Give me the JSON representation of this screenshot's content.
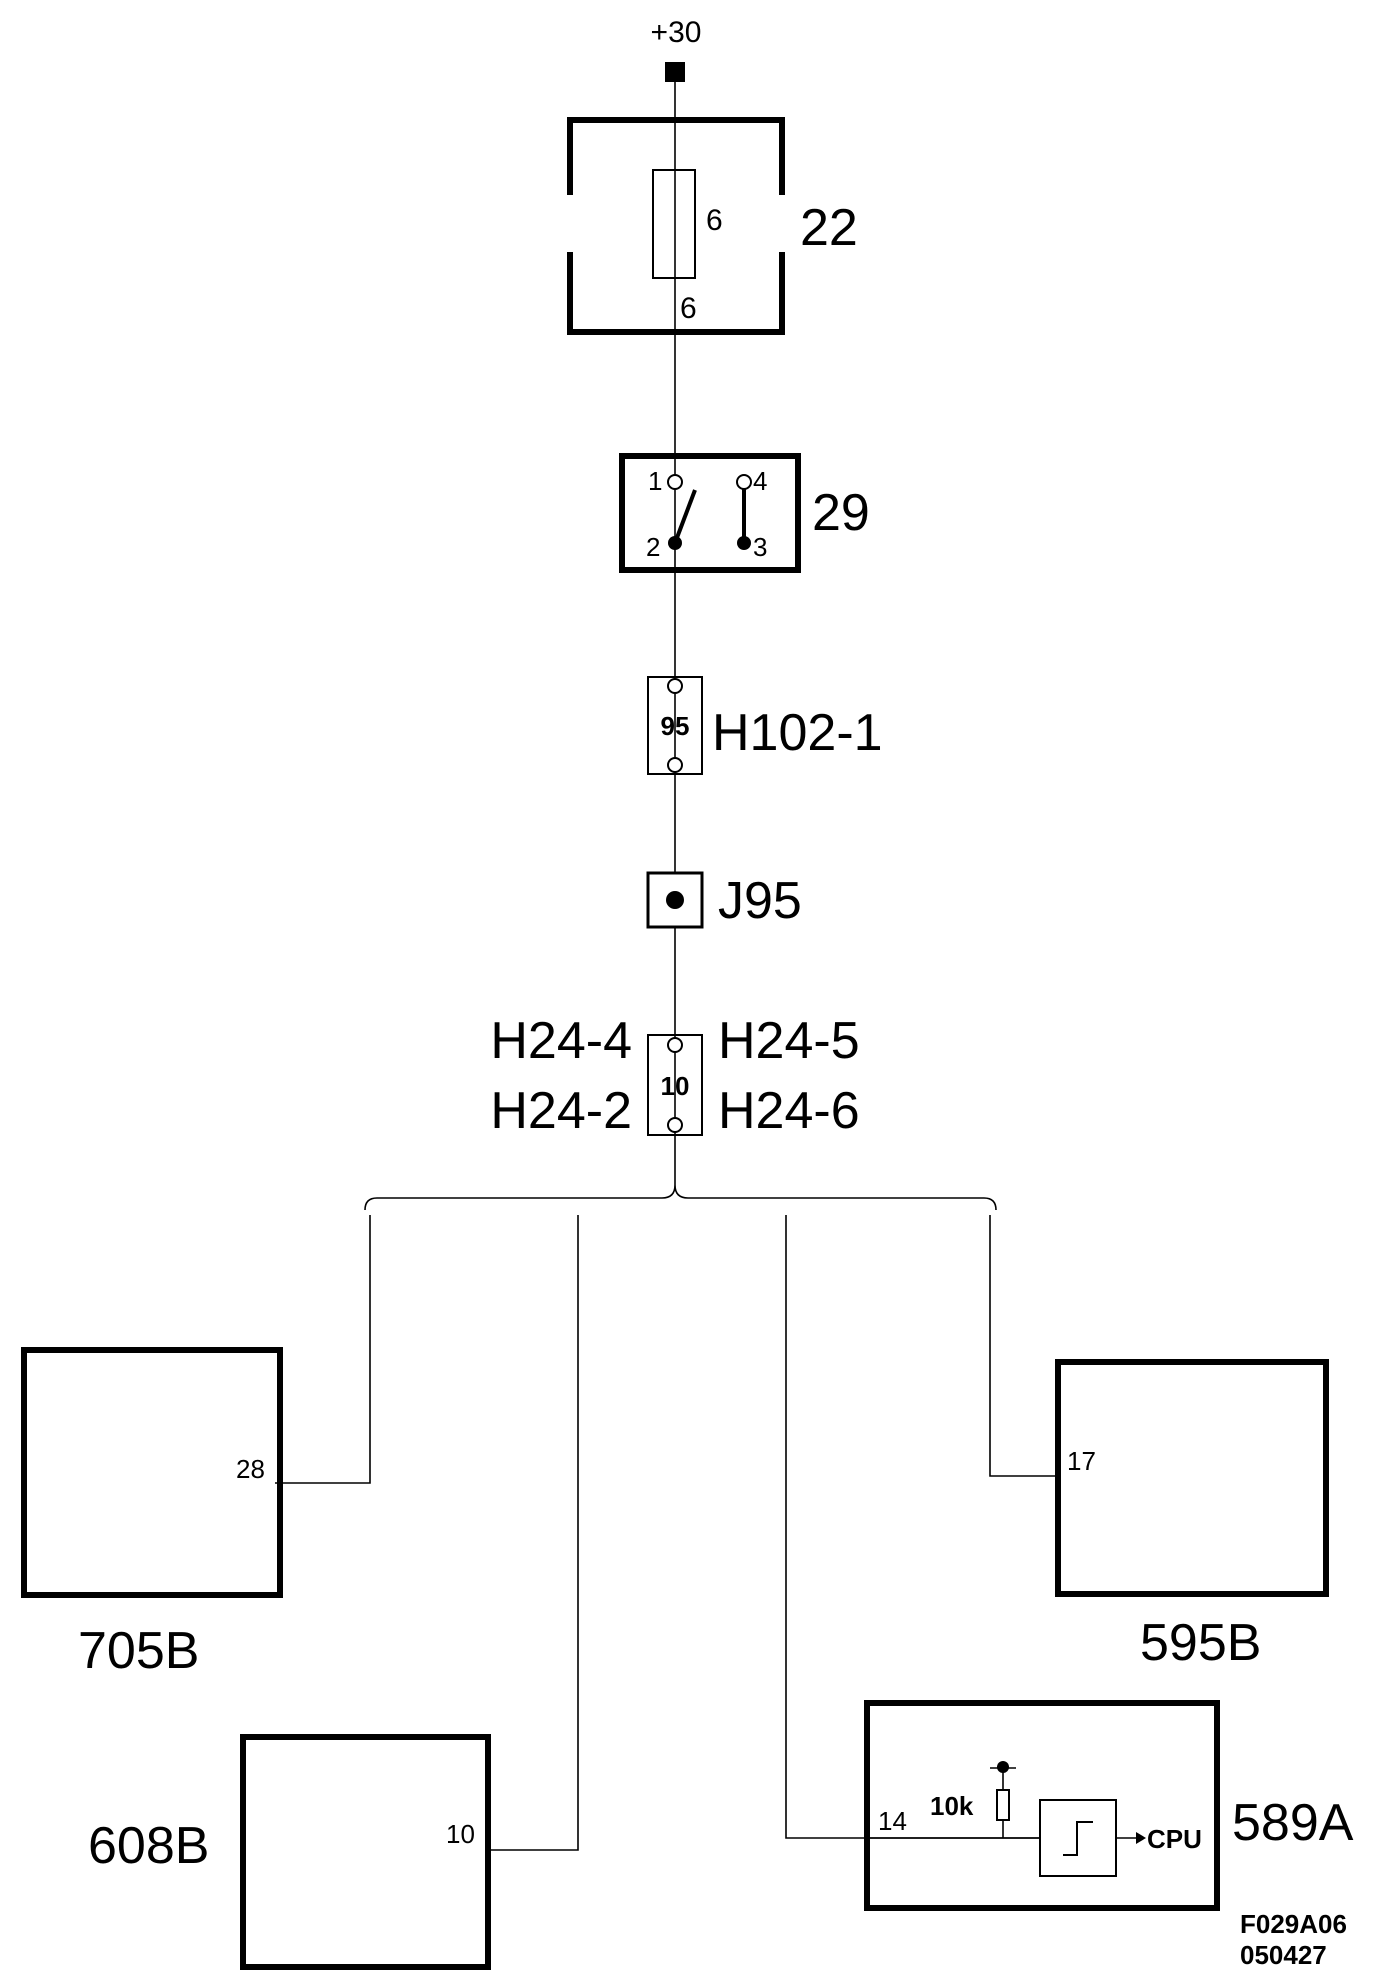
{
  "supply": {
    "label": "+30"
  },
  "fuse_box": {
    "id": "22",
    "fuse_number": "6",
    "output_pin": "6"
  },
  "switch": {
    "id": "29",
    "pins": [
      "1",
      "2",
      "4",
      "3"
    ]
  },
  "connector_h102": {
    "label": "H102-1",
    "pin": "95"
  },
  "splice": {
    "label": "J95"
  },
  "connector_h24": {
    "labels_left": [
      "H24-4",
      "H24-2"
    ],
    "labels_right": [
      "H24-5",
      "H24-6"
    ],
    "pin": "10"
  },
  "modules": [
    {
      "id": "705B",
      "pin": "28"
    },
    {
      "id": "608B",
      "pin": "10"
    },
    {
      "id": "595B",
      "pin": "17"
    },
    {
      "id": "589A",
      "pin": "14",
      "resistor": "10k",
      "output": "CPU"
    }
  ],
  "figure_code": {
    "line1": "F029A06",
    "line2": "050427"
  }
}
